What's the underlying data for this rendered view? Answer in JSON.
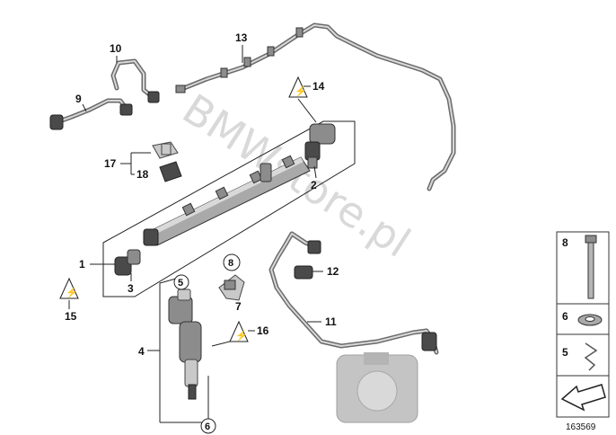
{
  "watermark": "BMWstore.pl",
  "callouts": {
    "c1": "1",
    "c2": "2",
    "c3": "3",
    "c4": "4",
    "c5": "5",
    "c6": "6",
    "c7": "7",
    "c8": "8",
    "c9": "9",
    "c10": "10",
    "c11": "11",
    "c12": "12",
    "c13": "13",
    "c14": "14",
    "c15": "15",
    "c16": "16",
    "c17": "17",
    "c18": "18"
  },
  "legend_panel": {
    "items": [
      {
        "label": "8",
        "icon": "bolt-icon"
      },
      {
        "label": "6",
        "icon": "washer-icon"
      },
      {
        "label": "5",
        "icon": "clip-icon"
      },
      {
        "label": "",
        "icon": "arrow-icon"
      }
    ],
    "diagram_number": "163569"
  },
  "warning_symbol": "warning-triangle-icon",
  "colors": {
    "line": "#222222",
    "pipe": "#6a6a6a",
    "watermark": "#d9d9d9"
  }
}
